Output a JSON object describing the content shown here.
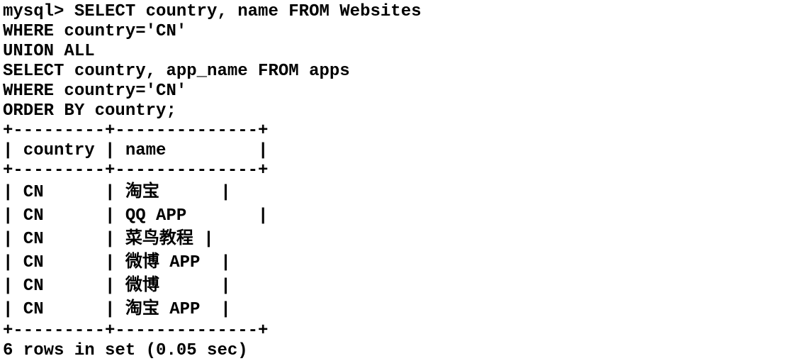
{
  "app": {
    "name": "mysql-command-line-output",
    "colors": {
      "text": "#000000",
      "background": "#ffffff"
    }
  },
  "query": {
    "prompt": "mysql>",
    "sql": "SELECT country, name FROM Websites WHERE country='CN' UNION ALL SELECT country, app_name FROM apps WHERE country='CN' ORDER BY country;"
  },
  "result_table": {
    "columns": [
      "country",
      "name"
    ],
    "rows": [
      {
        "country": "CN",
        "name": "淘宝"
      },
      {
        "country": "CN",
        "name": "QQ APP"
      },
      {
        "country": "CN",
        "name": "菜鸟教程"
      },
      {
        "country": "CN",
        "name": "微博 APP"
      },
      {
        "country": "CN",
        "name": "微博"
      },
      {
        "country": "CN",
        "name": "淘宝 APP"
      }
    ],
    "row_count": 6
  },
  "status": "6 rows in set (0.05 sec)",
  "lines": [
    {
      "kind": "query",
      "text": "mysql> SELECT country, name FROM Websites"
    },
    {
      "kind": "query",
      "text": "WHERE country='CN'"
    },
    {
      "kind": "query",
      "text": "UNION ALL"
    },
    {
      "kind": "query",
      "text": "SELECT country, app_name FROM apps"
    },
    {
      "kind": "query",
      "text": "WHERE country='CN'"
    },
    {
      "kind": "query",
      "text": "ORDER BY country;"
    },
    {
      "kind": "table-border",
      "text": "+---------+--------------+"
    },
    {
      "kind": "table-header",
      "text": "| country | name         |"
    },
    {
      "kind": "table-border",
      "text": "+---------+--------------+"
    },
    {
      "kind": "table-row",
      "text": "| CN      | 淘宝      |"
    },
    {
      "kind": "table-row",
      "text": "| CN      | QQ APP       |"
    },
    {
      "kind": "table-row",
      "text": "| CN      | 菜鸟教程 |"
    },
    {
      "kind": "table-row",
      "text": "| CN      | 微博 APP  |"
    },
    {
      "kind": "table-row",
      "text": "| CN      | 微博      |"
    },
    {
      "kind": "table-row",
      "text": "| CN      | 淘宝 APP  |"
    },
    {
      "kind": "table-border",
      "text": "+---------+--------------+"
    },
    {
      "kind": "status",
      "text": "6 rows in set (0.05 sec)"
    }
  ]
}
